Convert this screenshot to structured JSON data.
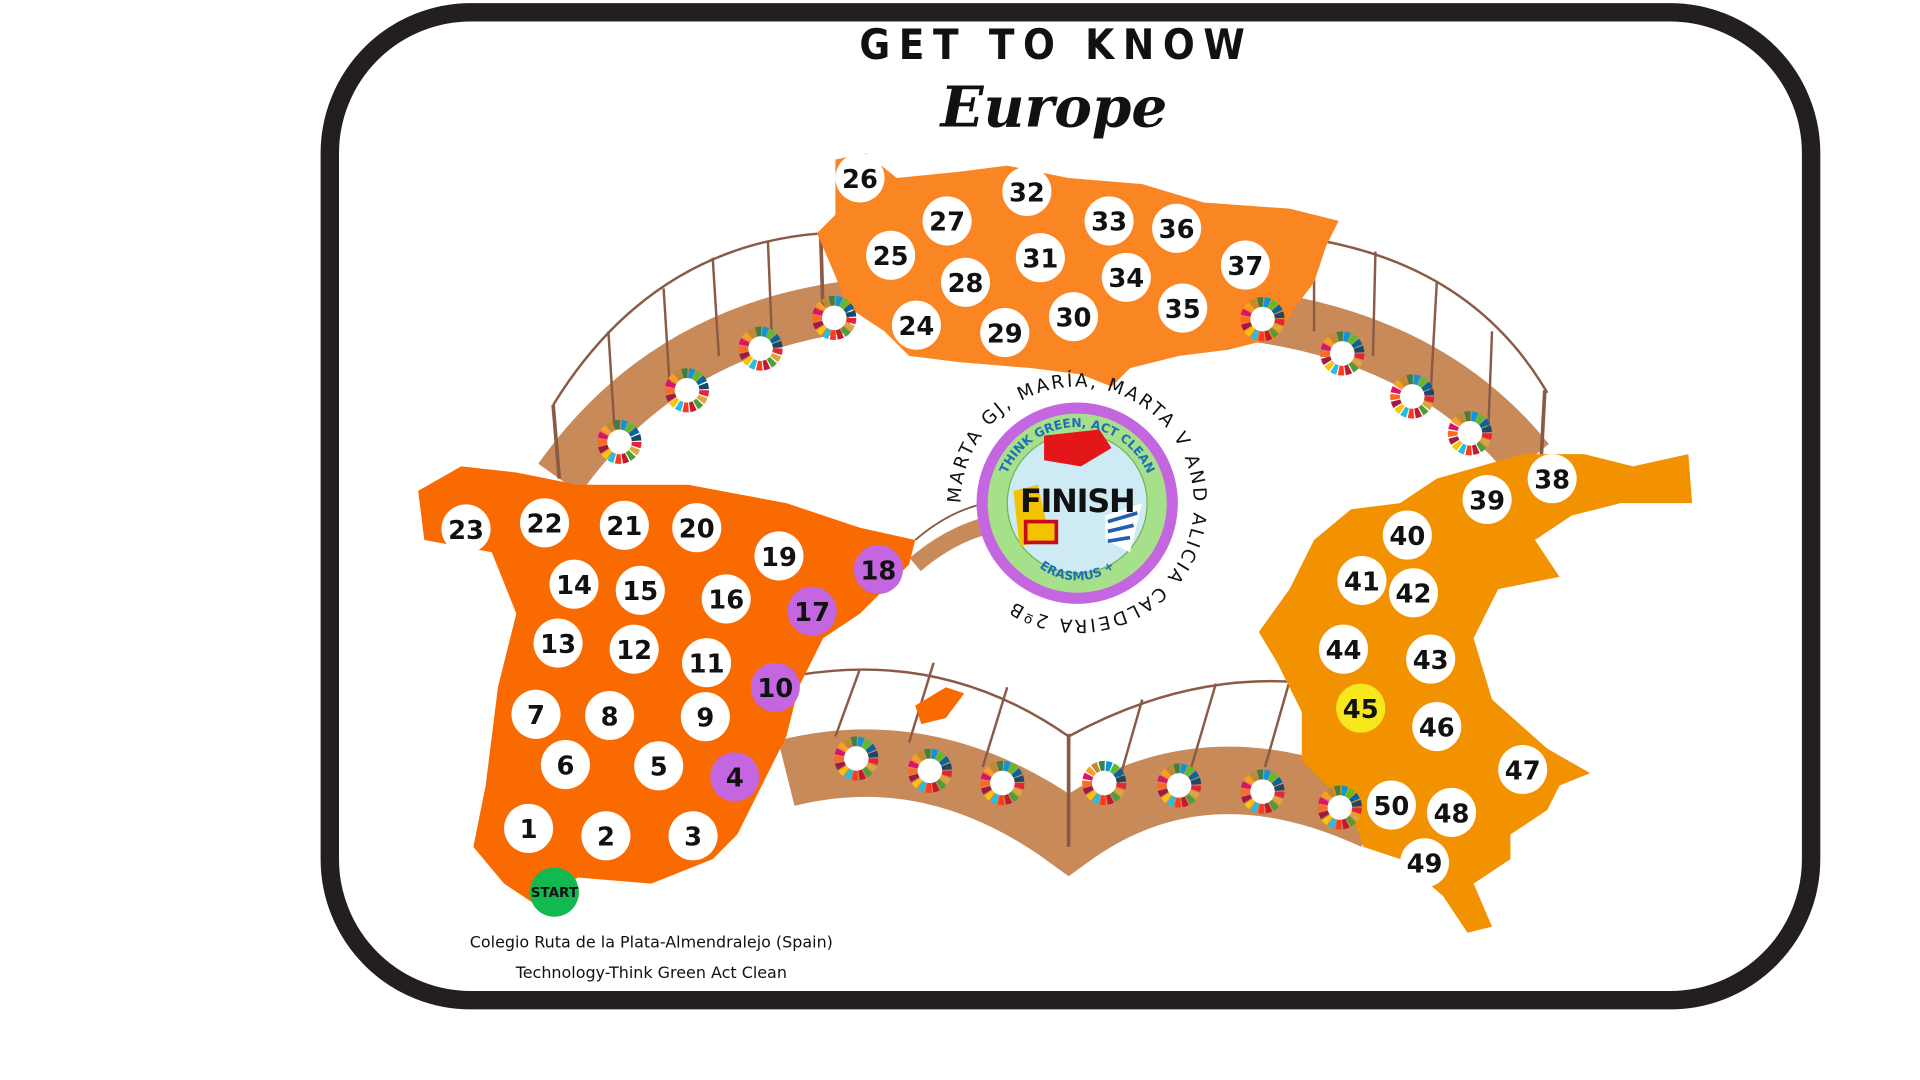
{
  "header": {
    "line1": "GET TO KNOW",
    "line2": "Europe"
  },
  "center_logo": {
    "ring_text": "MARTA GJ, MARÍA, MARTA V AND ALICIA CALDEIRA 2ºB",
    "top_text": "THINK GREEN, ACT CLEAN",
    "center_text": "FINISH",
    "bottom_text": "ERASMUS +"
  },
  "start_label": "START",
  "footer": {
    "line1": "Colegio Ruta de la Plata-Almendralejo (Spain)",
    "line2": "Technology-Think Green Act Clean"
  },
  "colors": {
    "frame": "#231f20",
    "spain": "#f96a00",
    "turkey": "#f98523",
    "greece": "#f39200",
    "bridge": "#c98a5a",
    "space_default": "#ffffff",
    "space_special": "#c466e0",
    "space_bonus": "#f8e71c",
    "start": "#12b950",
    "logo_ring": "#c466e0",
    "logo_green": "#a7e08a",
    "logo_inner": "#cdeaf5"
  },
  "spaces": [
    {
      "label": "1",
      "type": "default"
    },
    {
      "label": "2",
      "type": "default"
    },
    {
      "label": "3",
      "type": "default"
    },
    {
      "label": "4",
      "type": "special"
    },
    {
      "label": "5",
      "type": "default"
    },
    {
      "label": "6",
      "type": "default"
    },
    {
      "label": "7",
      "type": "default"
    },
    {
      "label": "8",
      "type": "default"
    },
    {
      "label": "9",
      "type": "default"
    },
    {
      "label": "10",
      "type": "special"
    },
    {
      "label": "11",
      "type": "default"
    },
    {
      "label": "12",
      "type": "default"
    },
    {
      "label": "13",
      "type": "default"
    },
    {
      "label": "14",
      "type": "default"
    },
    {
      "label": "15",
      "type": "default"
    },
    {
      "label": "16",
      "type": "default"
    },
    {
      "label": "17",
      "type": "special"
    },
    {
      "label": "18",
      "type": "special"
    },
    {
      "label": "19",
      "type": "default"
    },
    {
      "label": "20",
      "type": "default"
    },
    {
      "label": "21",
      "type": "default"
    },
    {
      "label": "22",
      "type": "default"
    },
    {
      "label": "23",
      "type": "default"
    },
    {
      "label": "24",
      "type": "default"
    },
    {
      "label": "25",
      "type": "default"
    },
    {
      "label": "26",
      "type": "default"
    },
    {
      "label": "27",
      "type": "default"
    },
    {
      "label": "28",
      "type": "default"
    },
    {
      "label": "29",
      "type": "default"
    },
    {
      "label": "30",
      "type": "default"
    },
    {
      "label": "31",
      "type": "default"
    },
    {
      "label": "32",
      "type": "default"
    },
    {
      "label": "33",
      "type": "default"
    },
    {
      "label": "34",
      "type": "default"
    },
    {
      "label": "35",
      "type": "default"
    },
    {
      "label": "36",
      "type": "default"
    },
    {
      "label": "37",
      "type": "default"
    },
    {
      "label": "38",
      "type": "default"
    },
    {
      "label": "39",
      "type": "default"
    },
    {
      "label": "40",
      "type": "default"
    },
    {
      "label": "41",
      "type": "default"
    },
    {
      "label": "42",
      "type": "default"
    },
    {
      "label": "43",
      "type": "default"
    },
    {
      "label": "44",
      "type": "default"
    },
    {
      "label": "45",
      "type": "bonus"
    },
    {
      "label": "46",
      "type": "default"
    },
    {
      "label": "47",
      "type": "default"
    },
    {
      "label": "48",
      "type": "default"
    },
    {
      "label": "49",
      "type": "default"
    },
    {
      "label": "50",
      "type": "default"
    }
  ]
}
